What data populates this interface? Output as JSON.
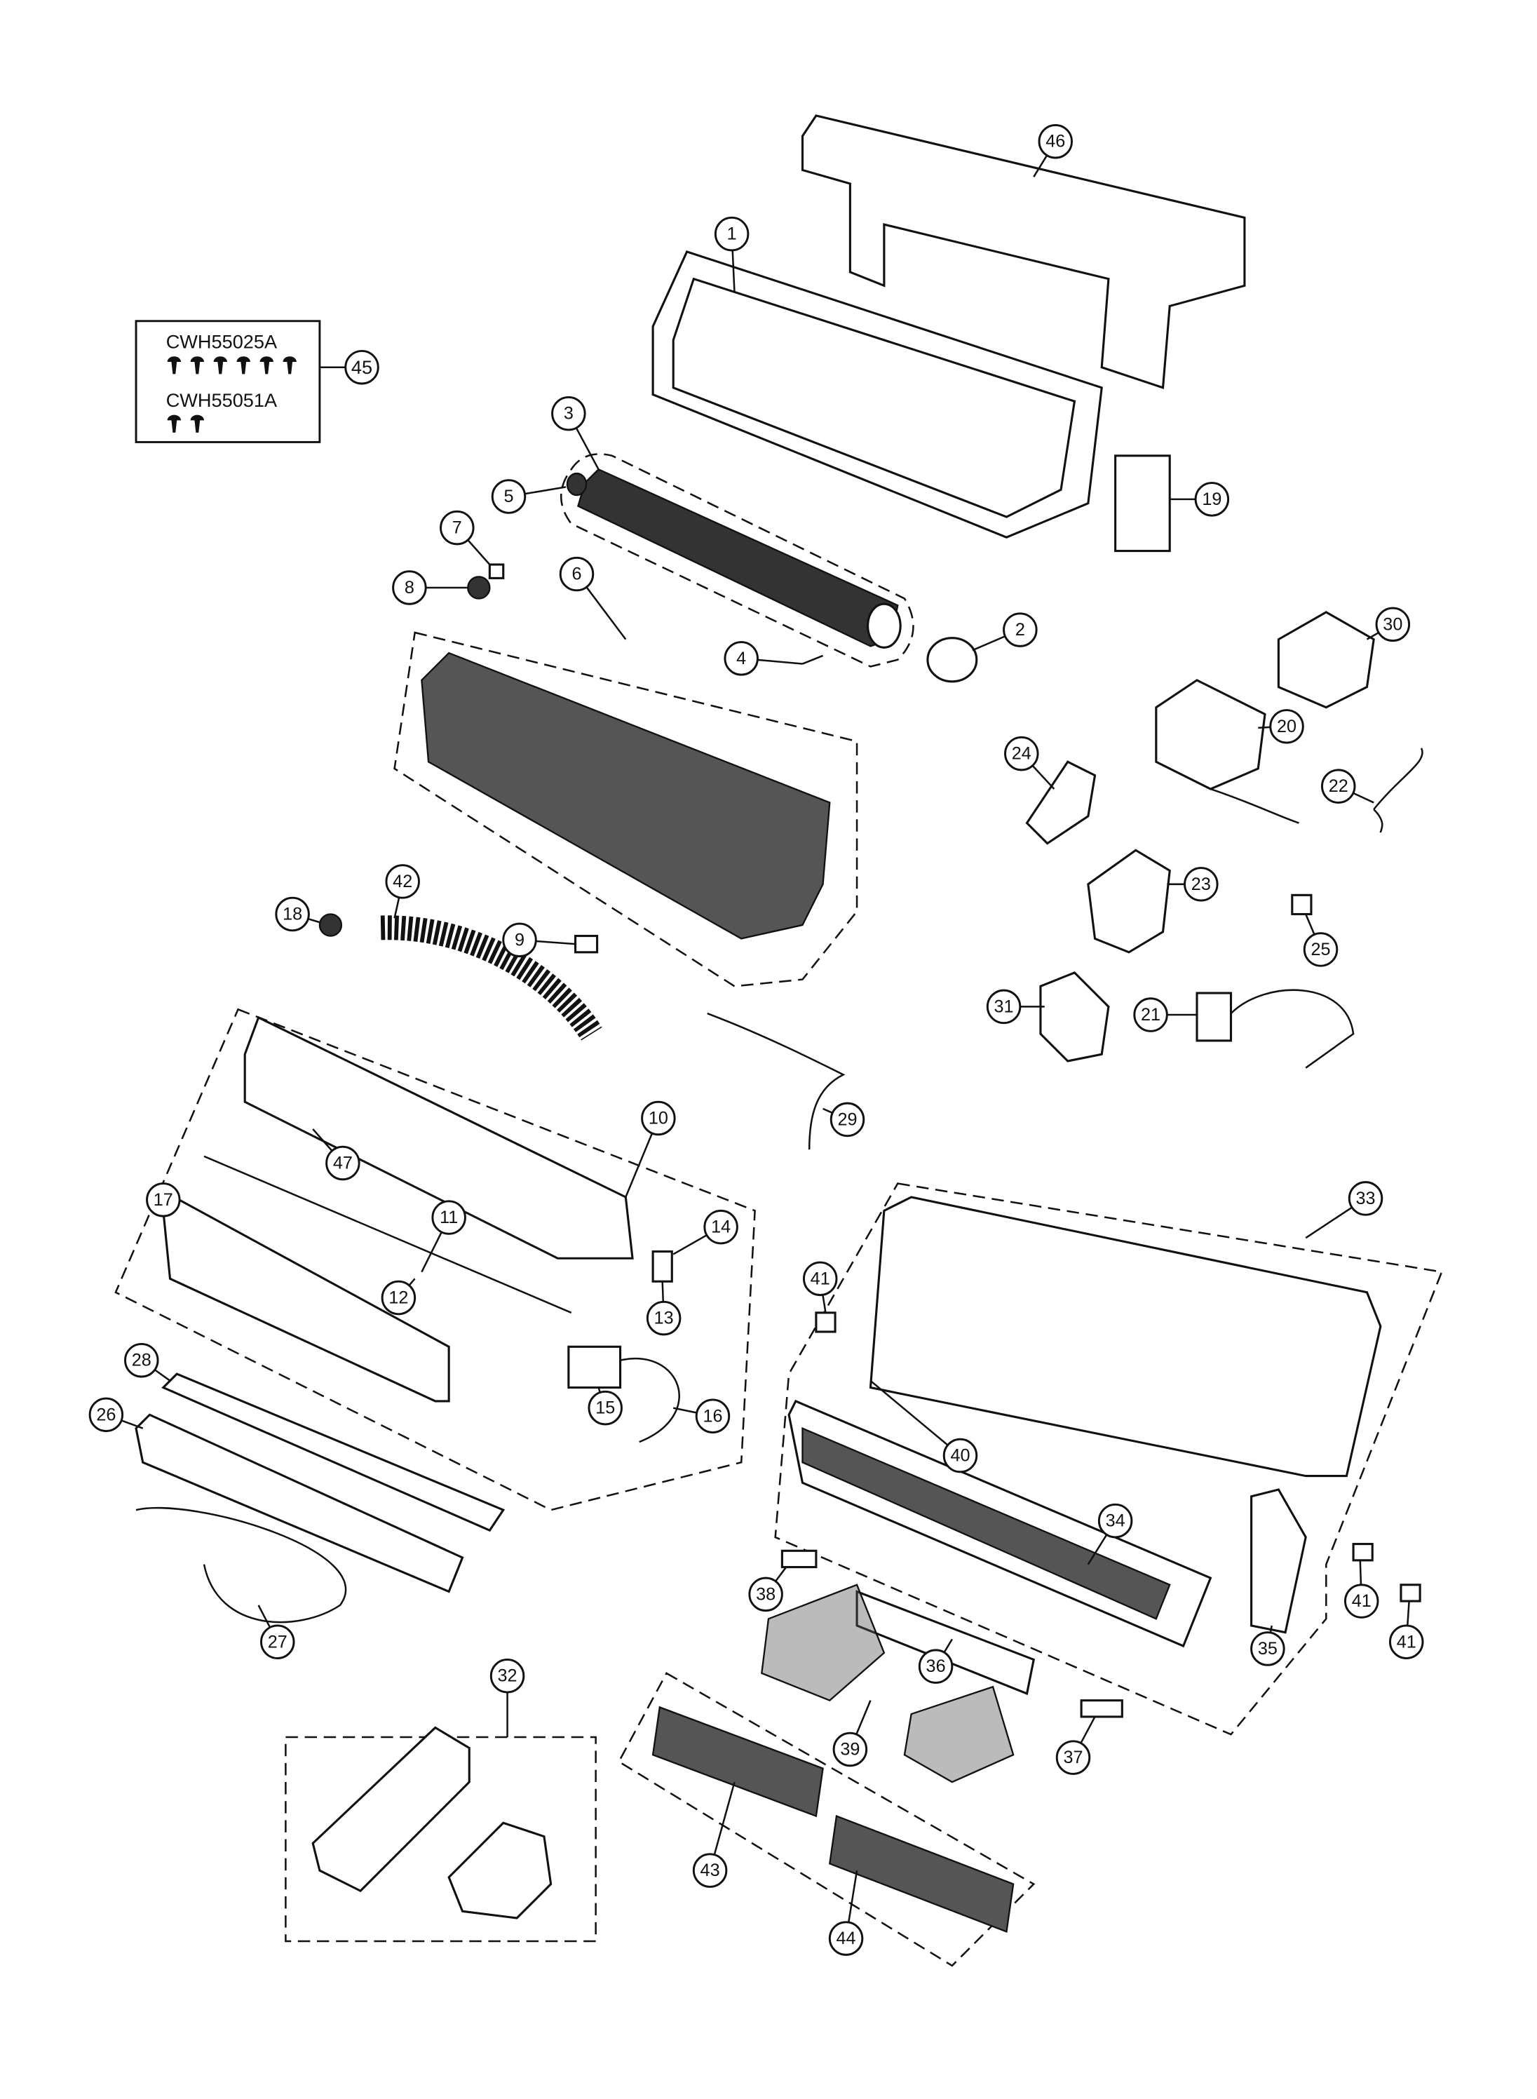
{
  "diagram": {
    "type": "exploded parts diagram",
    "screw_kit": {
      "part_number_a": "CWH55025A",
      "screw_count_a": 6,
      "part_number_b": "CWH55051A",
      "screw_count_b": 2,
      "callout": "45"
    },
    "callouts": [
      "46",
      "1",
      "3",
      "5",
      "19",
      "7",
      "8",
      "6",
      "2",
      "4",
      "30",
      "20",
      "24",
      "22",
      "23",
      "18",
      "42",
      "9",
      "25",
      "31",
      "21",
      "10",
      "29",
      "47",
      "33",
      "17",
      "11",
      "14",
      "41",
      "12",
      "13",
      "28",
      "15",
      "16",
      "26",
      "40",
      "34",
      "41",
      "41",
      "38",
      "36",
      "35",
      "27",
      "32",
      "39",
      "37",
      "43",
      "44"
    ]
  }
}
